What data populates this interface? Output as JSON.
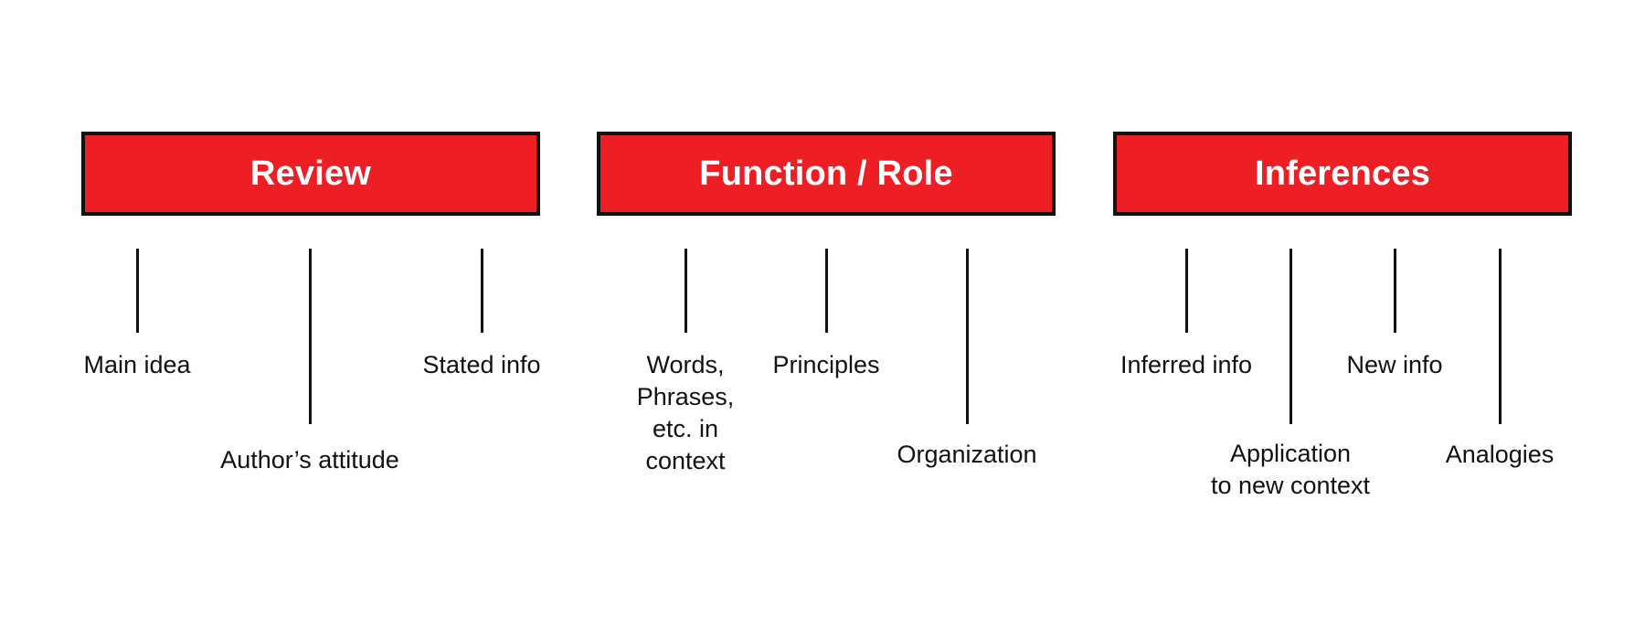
{
  "groups": [
    {
      "title": "Review",
      "items": [
        "Main idea",
        "Author’s attitude",
        "Stated info"
      ]
    },
    {
      "title": "Function / Role",
      "items": [
        "Words,\nPhrases,\netc. in\ncontext",
        "Principles",
        "Organization"
      ]
    },
    {
      "title": "Inferences",
      "items": [
        "Inferred info",
        "Application\nto new context",
        "New info",
        "Analogies"
      ]
    }
  ],
  "colors": {
    "header_fill": "#ed1f24",
    "border": "#111111",
    "header_text": "#ffffff"
  }
}
